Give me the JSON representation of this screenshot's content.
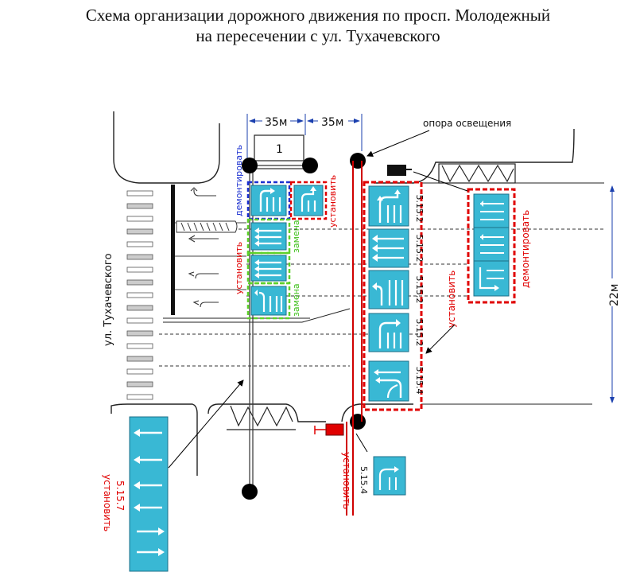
{
  "title": {
    "line1": "Схема организации дорожного движения по просп. Молодежный",
    "line2": "на пересечении с ул. Тухачевского"
  },
  "labels": {
    "dim_left": "35м",
    "dim_right": "35м",
    "dim_vertical": "22м",
    "lighting_pole": "опора освещения",
    "street_name": "ул. Тухачевского",
    "box_number": "1",
    "demontirovat_blue": "демонтировать",
    "ustanovit_top": "установить",
    "zamena_1": "замена",
    "zamena_2": "замена",
    "ustanovit_left": "установить",
    "ustanovit_main": "установить",
    "demontirovat_right": "демонтировать",
    "ustanovit_bottom_pole": "установить",
    "ustanovit_bottom_left": "установить"
  },
  "signs_main": [
    "5.15.2",
    "5.15.2",
    "5.15.2",
    "5.15.2",
    "5.15.4"
  ],
  "sign_bottom_right": "5.15.4",
  "sign_bottom_left": "5.15.7",
  "colors": {
    "sign": "#39b8d4",
    "red_frame": "#e00000",
    "green_frame": "#5ed12a",
    "blue_frame": "#1a2fd0",
    "pole": "#000000",
    "road_lines": "#333333"
  }
}
